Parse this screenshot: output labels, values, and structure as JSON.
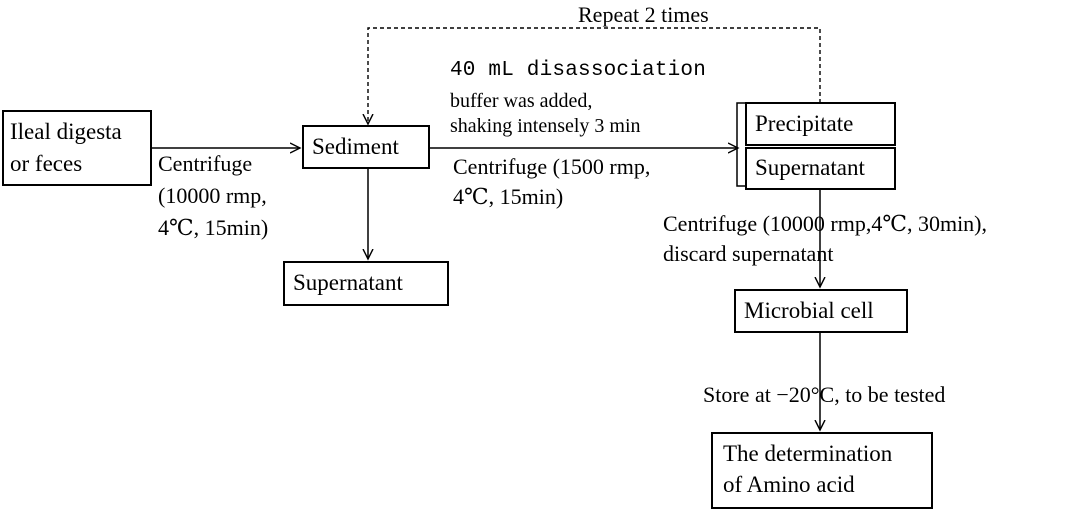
{
  "boxes": {
    "source": [
      "Ileal digesta",
      "or feces"
    ],
    "sediment": "Sediment",
    "supernatant_left": "Supernatant",
    "precipitate": "Precipitate",
    "supernatant_right": "Supernatant",
    "microbial_cell": "Microbial cell",
    "determination": [
      "The determination",
      "of Amino acid"
    ]
  },
  "labels": {
    "repeat": "Repeat 2 times",
    "centrifuge1": [
      "Centrifuge",
      "(10000 rmp,",
      "4℃, 15min)"
    ],
    "buffer": [
      "40 mL disassociation",
      "buffer was added,",
      "shaking intensely 3 min"
    ],
    "centrifuge2": [
      "Centrifuge (1500 rmp,",
      "4℃, 15min)"
    ],
    "centrifuge3": [
      "Centrifuge (10000 rmp,4℃, 30min),",
      "discard supernatant"
    ],
    "store": "Store at −20°C, to be tested"
  }
}
